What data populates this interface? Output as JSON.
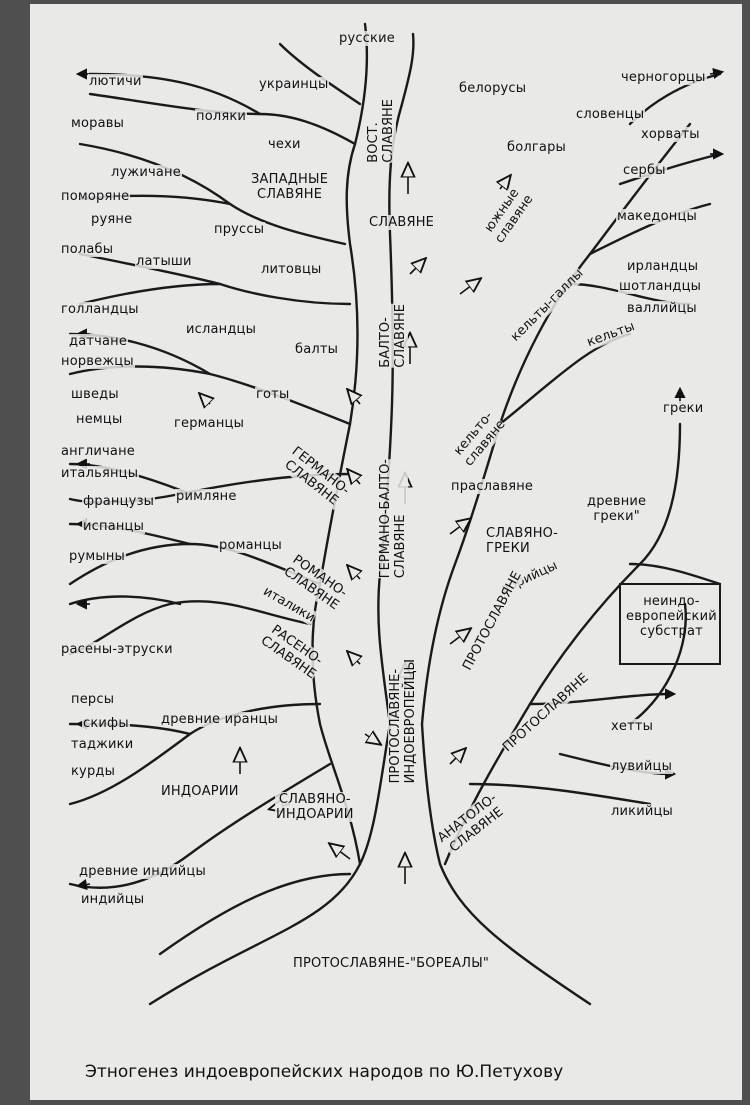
{
  "caption": "Этногенез индоевропейских народов по Ю.Петухову",
  "labels": {
    "lyutichi": "лютичи",
    "moravy": "моравы",
    "polyaki": "поляки",
    "chekhi": "чехи",
    "ukraintsy": "украинцы",
    "russkie": "русские",
    "belorusy": "белорусы",
    "chernogortsy": "черногорцы",
    "sloventsy": "словенцы",
    "khorvaty": "хорваты",
    "bolgary": "болгары",
    "serby": "сербы",
    "luzhichane": "лужичане",
    "pomoryane": "поморяне",
    "ruyane": "руяне",
    "polaby": "полабы",
    "zapadnye_slavyane": "ЗАПАДНЫЕ\nСЛАВЯНЕ",
    "prussy": "пруссы",
    "latyshi": "латыши",
    "litovtsy": "литовцы",
    "slavyane": "СЛАВЯНЕ",
    "yuzhnye_slavyane": "южные\nславяне",
    "vost_slavyane": "ВОСТ.\nСЛАВЯНЕ",
    "makedontsy": "македонцы",
    "irlandtsy": "ирландцы",
    "shotlandtsy": "шотландцы",
    "valliytsy": "валлийцы",
    "kelty_gally": "кельты-галлы",
    "kelty": "кельты",
    "gollandtsy": "голландцы",
    "datchane": "датчане",
    "norvezhtsy": "норвежцы",
    "shvedy": "шведы",
    "nemtsy": "немцы",
    "islandtsy": "исландцы",
    "balty": "балты",
    "goty": "готы",
    "germantsy": "германцы",
    "balto_slavyane": "БАЛТО-\nСЛАВЯНЕ",
    "kelto_slavyane": "кельто-\nславяне",
    "greki": "греки",
    "anglichane": "англичане",
    "italyantsy": "итальянцы",
    "frantsuzy": "французы",
    "ispantsy": "испанцы",
    "rumyny": "румыны",
    "rimlyane": "римляне",
    "romantsy": "романцы",
    "germano_slavyane": "ГЕРМАНО-\nСЛАВЯНЕ",
    "praslavyane": "праславяне",
    "drevnie_greki": "древние\nгреки\"",
    "slavyano_greki": "СЛАВЯНО-\nГРЕКИ",
    "germano_balto_slavyane": "ГЕРМАНО-БАЛТО-\nСЛАВЯНЕ",
    "doriytsy": "дорийцы",
    "neindoevropeyskiy": "неиндо-\nевропейский\nсубстрат",
    "romano_slavyane": "РОМАНО-\nСЛАВЯНЕ",
    "italiki": "италики",
    "raseny_etruski": "расены-этруски",
    "raseno_slavyane": "РАСЕНО-\nСЛАВЯНЕ",
    "protoslavyane_1": "ПРОТОСЛАВЯНЕ",
    "protoslavyane_2": "ПРОТОСЛАВЯНЕ",
    "persy": "персы",
    "skify": "скифы",
    "tadzhiki": "таджики",
    "kurdy": "курды",
    "drevnie_irantsy": "древние иранцы",
    "indoarii": "ИНДОАРИИ",
    "slavyano_indoarii": "СЛАВЯНО-\nИНДОАРИИ",
    "protoslavyane_indoevropeytsy": "ПРОТОСЛАВЯНЕ-\nИНДОЕВРОПЕЙЦЫ",
    "khetty": "хетты",
    "luviytsy": "лувийцы",
    "likiytsy": "ликийцы",
    "anatolo_slavyane": "АНАТОЛО-\nСЛАВЯНЕ",
    "drevnie_indiytsy": "древние индийцы",
    "indiytsy": "индийцы",
    "protoslavyane_borealy": "ПРОТОСЛАВЯНЕ-\"БОРЕАЛЫ\""
  }
}
